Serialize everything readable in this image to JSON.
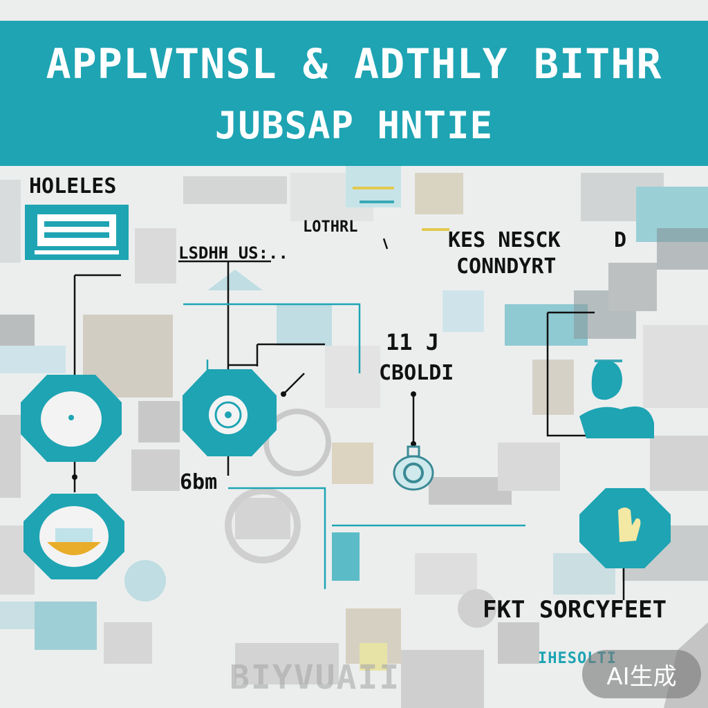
{
  "banner": {
    "title_line1": "APPLVTNSL & ADTHLY BITHR",
    "title_line2": "JUBSAP HNTIE",
    "color": "#1ea4b3"
  },
  "labels": {
    "top_left": "HOLELES",
    "mid_left": "LOTHRL",
    "mid_left_sub": "LSDHH US:..",
    "top_right_1": "KES NESCK",
    "top_right_1_suffix": "D",
    "top_right_2": "CONNDYRT",
    "center_num": "11 J",
    "center_word": "CBOLDI",
    "left_bottom": "6bm",
    "bottom_right": "FKT SORCYFEET",
    "ribbon": "IHESOLTI",
    "bottom_faded": "BIYVUAII"
  },
  "icons": [
    "document-card-icon",
    "clock-node-icon",
    "target-node-icon",
    "bowl-node-icon",
    "ring-icon",
    "person-icon",
    "hand-icon"
  ],
  "watermark": "AI生成"
}
